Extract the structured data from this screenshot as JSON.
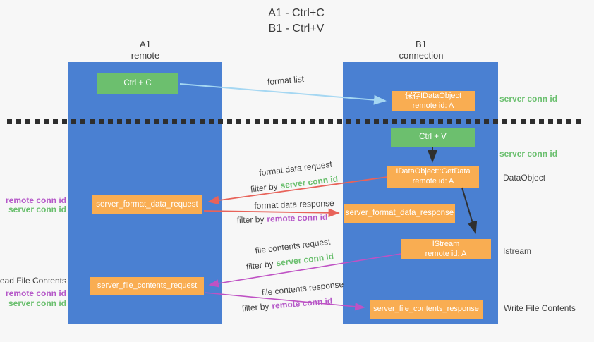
{
  "title": {
    "line1": "A1 - Ctrl+C",
    "line2": "B1 - Ctrl+V"
  },
  "lifelines": {
    "a1": {
      "name": "A1",
      "role": "remote"
    },
    "b1": {
      "name": "B1",
      "role": "connection"
    }
  },
  "nodes": {
    "ctrl_c": {
      "label": "Ctrl + C"
    },
    "save_idataobject": {
      "label": "保存IDataObject",
      "sub": "remote id: A"
    },
    "ctrl_v": {
      "label": "Ctrl + V"
    },
    "getdata": {
      "label": "IDataObject::GetData",
      "sub": "remote id: A"
    },
    "format_request": {
      "label": "server_format_data_request"
    },
    "format_response": {
      "label": "server_format_data_response"
    },
    "istream": {
      "label": "IStream",
      "sub": "remote id: A"
    },
    "file_request": {
      "label": "server_file_contents_request"
    },
    "file_response": {
      "label": "server_file_contents_response"
    }
  },
  "messages": {
    "format_list": {
      "text": "format list"
    },
    "format_data_request": {
      "text": "format data request",
      "filter_prefix": "filter by",
      "filter_value": "server conn id"
    },
    "format_data_response": {
      "text": "format data response",
      "filter_prefix": "filter by",
      "filter_value": "remote conn id"
    },
    "file_contents_request": {
      "text": "file contents request",
      "filter_prefix": "filter by",
      "filter_value": "server conn id"
    },
    "file_contents_response": {
      "text": "file contents response",
      "filter_prefix": "filter by",
      "filter_value": "remote conn id"
    }
  },
  "annotations": {
    "left": {
      "format_remote": "remote conn id",
      "format_server": "server conn id",
      "read_file": "Read File Contents",
      "file_remote": "remote conn id",
      "file_server": "server conn id"
    },
    "right": {
      "server_conn_top": "server conn id",
      "server_conn_mid": "server conn id",
      "dataobject": "DataObject",
      "istream": "Istream",
      "write_file": "Write File Contents"
    }
  },
  "colors": {
    "lifeline_blue": "#4a80d2",
    "node_orange": "#f9ad52",
    "node_green": "#6cbf6e",
    "arrow_light_blue": "#a5d7f2",
    "arrow_black": "#2f2f2f",
    "arrow_red": "#e8635a",
    "arrow_magenta": "#bf52c4",
    "label_green": "#6abf6e",
    "label_purple": "#b558c8",
    "text_dark": "#3f3f3f"
  }
}
